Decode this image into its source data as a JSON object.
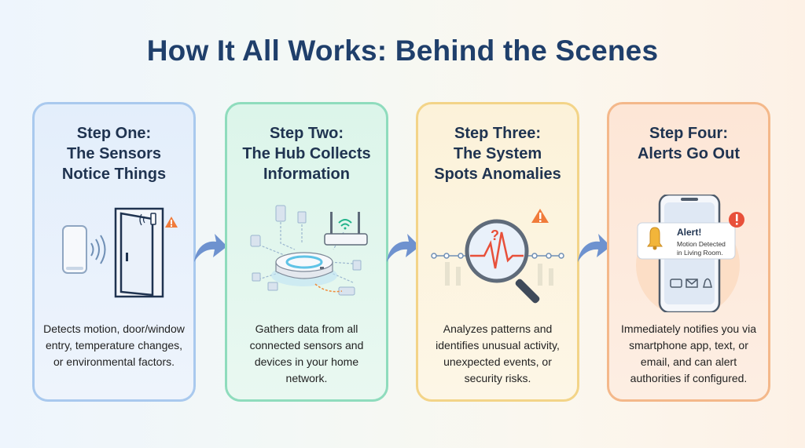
{
  "title": "How It All Works: Behind the Scenes",
  "steps": [
    {
      "title_lines": [
        "Step One:",
        "The Sensors",
        "Notice Things"
      ],
      "description": "Detects motion, door/window entry, temperature changes, or environmental factors.",
      "color": "#a9c9ee"
    },
    {
      "title_lines": [
        "Step Two:",
        "The Hub Collects",
        "Information"
      ],
      "description": "Gathers data from all connected sensors and devices in your home network.",
      "color": "#8fdcbd"
    },
    {
      "title_lines": [
        "Step Three:",
        "The System",
        "Spots Anomalies"
      ],
      "description": "Analyzes patterns and identifies unusual activity, unexpected events, or security risks.",
      "color": "#f3d488"
    },
    {
      "title_lines": [
        "Step Four:",
        "Alerts Go Out"
      ],
      "description": "Immediately notifies you via smartphone app, text, or email, and can alert authorities if configured.",
      "color": "#f4b88a"
    }
  ],
  "alert": {
    "heading": "Alert!",
    "message_line1": "Motion Detected",
    "message_line2": "in Living Room."
  },
  "icons": [
    "motion-sensor-icon",
    "open-door-icon",
    "warning-icon",
    "router-icon",
    "hub-icon",
    "magnifier-icon",
    "smartphone-icon",
    "bell-icon",
    "flow-arrow-icon"
  ]
}
